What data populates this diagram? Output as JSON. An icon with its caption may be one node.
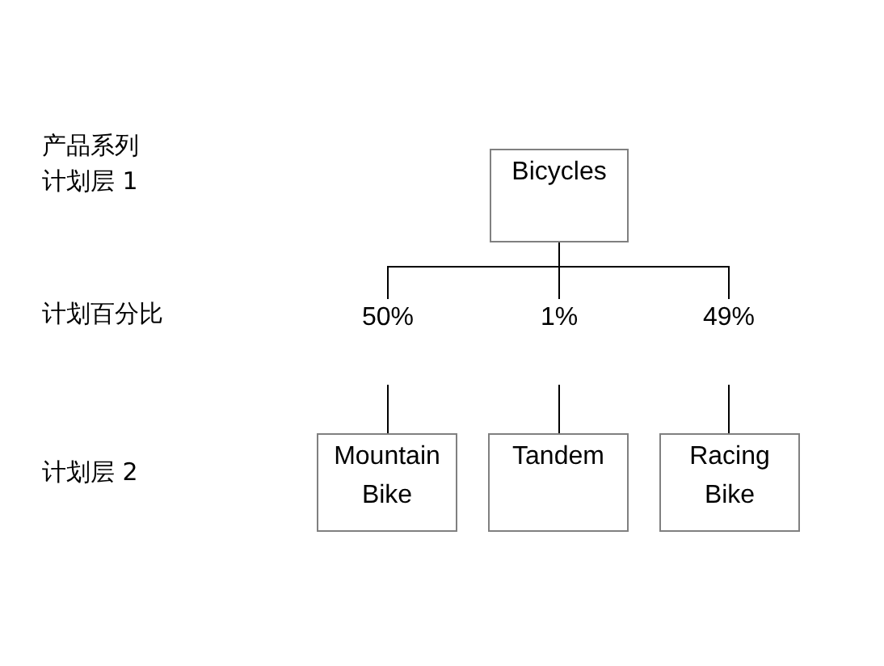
{
  "diagram": {
    "nodes": [
      {
        "text": [
          "Bicycles"
        ]
      },
      {
        "text": [
          "50%"
        ]
      },
      {
        "text": [
          "1%"
        ]
      },
      {
        "text": [
          "49%"
        ]
      },
      {
        "text": [
          "Mountain Bike"
        ]
      },
      {
        "text": [
          "Tandem"
        ]
      },
      {
        "text": [
          "Racing Bike"
        ]
      }
    ],
    "edges": [
      {
        "from": 0,
        "to": 1,
        "arrow": "none"
      },
      {
        "from": 0,
        "to": 2,
        "arrow": "none"
      },
      {
        "from": 0,
        "to": 3,
        "arrow": "none"
      },
      {
        "from": 1,
        "to": 4,
        "arrow": "none"
      },
      {
        "from": 2,
        "to": 5,
        "arrow": "none"
      },
      {
        "from": 3,
        "to": 6,
        "arrow": "none"
      }
    ],
    "labels": [
      "产品系列",
      "计划层 1",
      "计划百分比",
      "计划层 2"
    ]
  }
}
